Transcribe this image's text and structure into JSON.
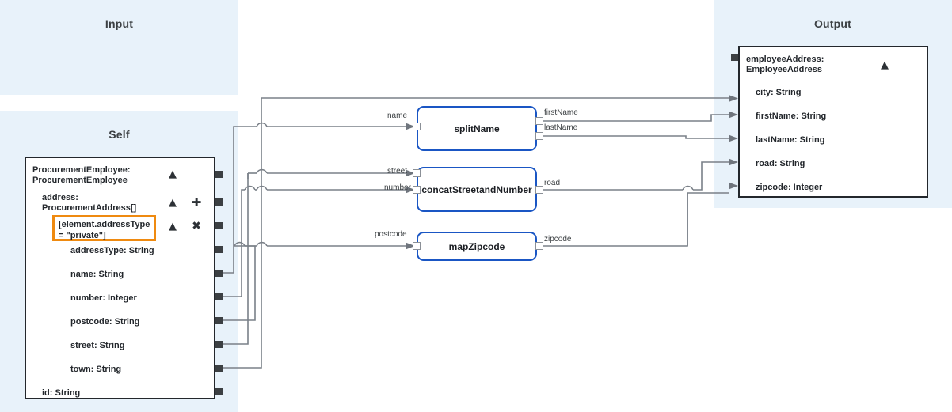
{
  "panels": {
    "input": {
      "title": "Input"
    },
    "self": {
      "title": "Self"
    },
    "output": {
      "title": "Output"
    }
  },
  "self_tree": {
    "root": "ProcurementEmployee:\nProcurementEmployee",
    "address": "address:\nProcurementAddress[]",
    "filter": "[element.addressType\n= \"private\"]",
    "fields": [
      "addressType: String",
      "name: String",
      "number: Integer",
      "postcode: String",
      "street: String",
      "town: String"
    ],
    "id_field": "id: String",
    "icons": {
      "collapse": "chevron-up",
      "add": "plus",
      "remove": "close"
    }
  },
  "output_tree": {
    "root": "employeeAddress:\nEmployeeAddress",
    "fields": [
      "city: String",
      "firstName: String",
      "lastName: String",
      "road: String",
      "zipcode: Integer"
    ],
    "icons": {
      "collapse": "chevron-up"
    }
  },
  "functions": [
    {
      "name": "splitName",
      "inputs": [
        "name"
      ],
      "outputs": [
        "firstName",
        "lastName"
      ]
    },
    {
      "name": "concatStreetandNumber",
      "inputs": [
        "street",
        "number"
      ],
      "outputs": [
        "road"
      ]
    },
    {
      "name": "mapZipcode",
      "inputs": [
        "postcode"
      ],
      "outputs": [
        "zipcode"
      ]
    }
  ],
  "colors": {
    "panel_bg": "#e8f2fa",
    "node_border": "#1a56c4",
    "highlight_border": "#ef8a10",
    "card_border": "#23272c",
    "wire": "#7a8088"
  }
}
